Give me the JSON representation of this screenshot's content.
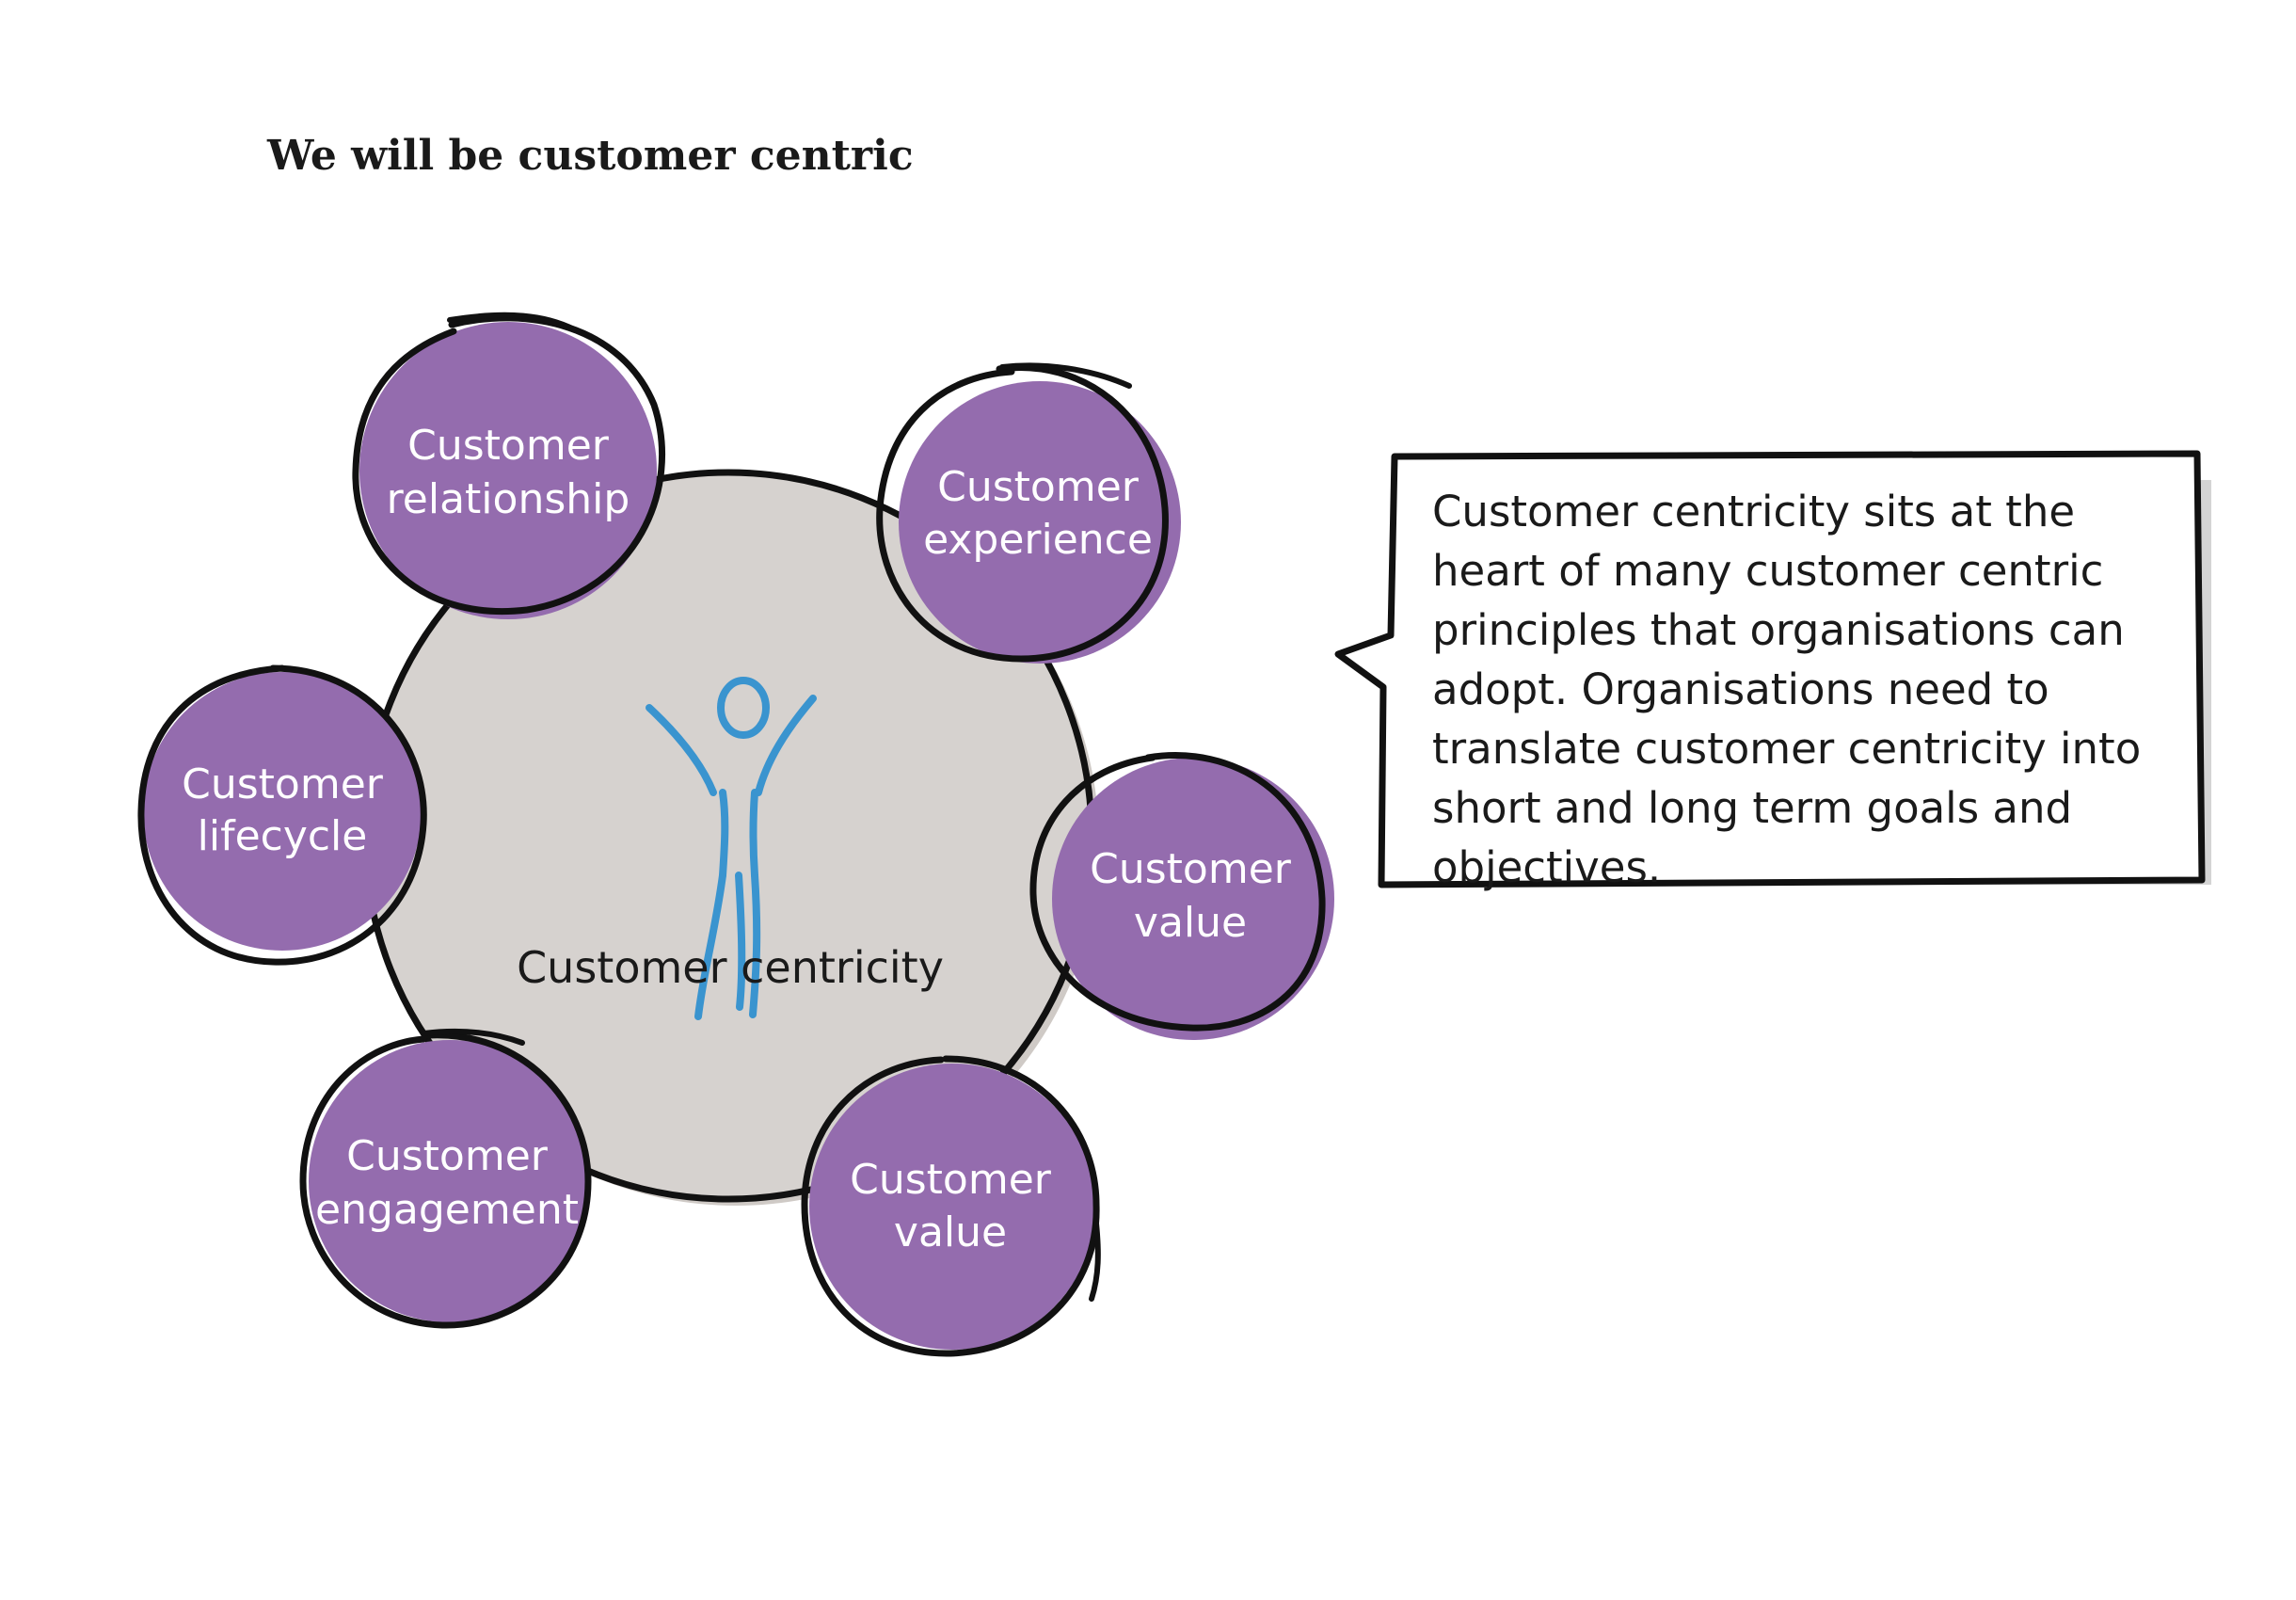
{
  "title": "We will be customer centric",
  "center": {
    "label": "Customer centricity"
  },
  "nodes": [
    {
      "line1": "Customer",
      "line2": "relationship"
    },
    {
      "line1": "Customer",
      "line2": "experience"
    },
    {
      "line1": "Customer",
      "line2": "lifecycle"
    },
    {
      "line1": "Customer",
      "line2": "value"
    },
    {
      "line1": "Customer",
      "line2": "engagement"
    },
    {
      "line1": "Customer",
      "line2": "value"
    }
  ],
  "callout": {
    "text": "Customer centricity sits at the heart of many customer centric principles that organisations can adopt. Organisations need to translate customer centricity into short and long term goals and objectives."
  },
  "colors": {
    "node_fill": "#946cae",
    "center_fill": "#d6d2cf",
    "figure": "#3a94cf",
    "outline": "#111111",
    "callout_shadow": "#d4d4d4"
  },
  "icons": {
    "center_figure": "person-arms-raised-icon"
  }
}
